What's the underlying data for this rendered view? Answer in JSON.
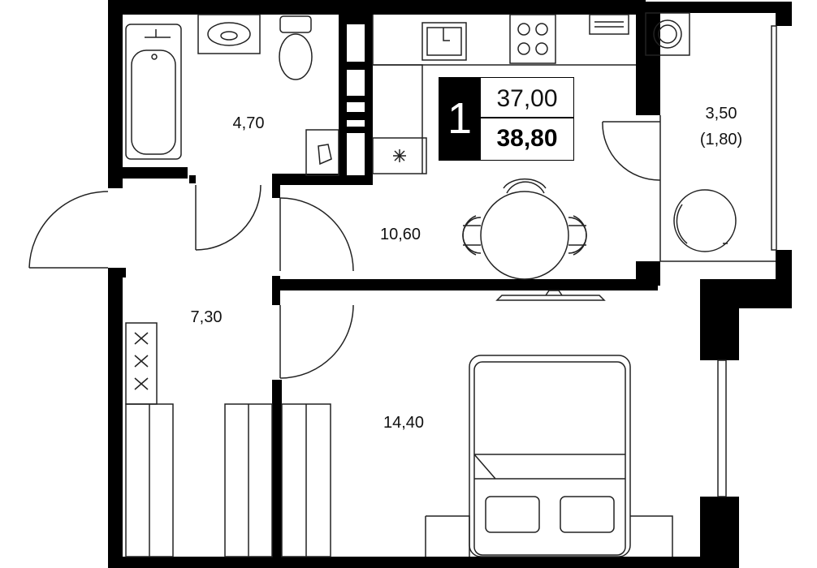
{
  "plan": {
    "rooms_count": "1",
    "area_total": "37,00",
    "area_living": "38,80",
    "rooms": [
      {
        "id": "bathroom",
        "area": "4,70"
      },
      {
        "id": "kitchen-living",
        "area": "10,60"
      },
      {
        "id": "balcony",
        "area": "3,50",
        "area_reduced": "(1,80)"
      },
      {
        "id": "hallway",
        "area": "7,30"
      },
      {
        "id": "bedroom",
        "area": "14,40"
      }
    ]
  },
  "colors": {
    "wall": "#000000",
    "line": "#222222",
    "background": "#ffffff"
  }
}
